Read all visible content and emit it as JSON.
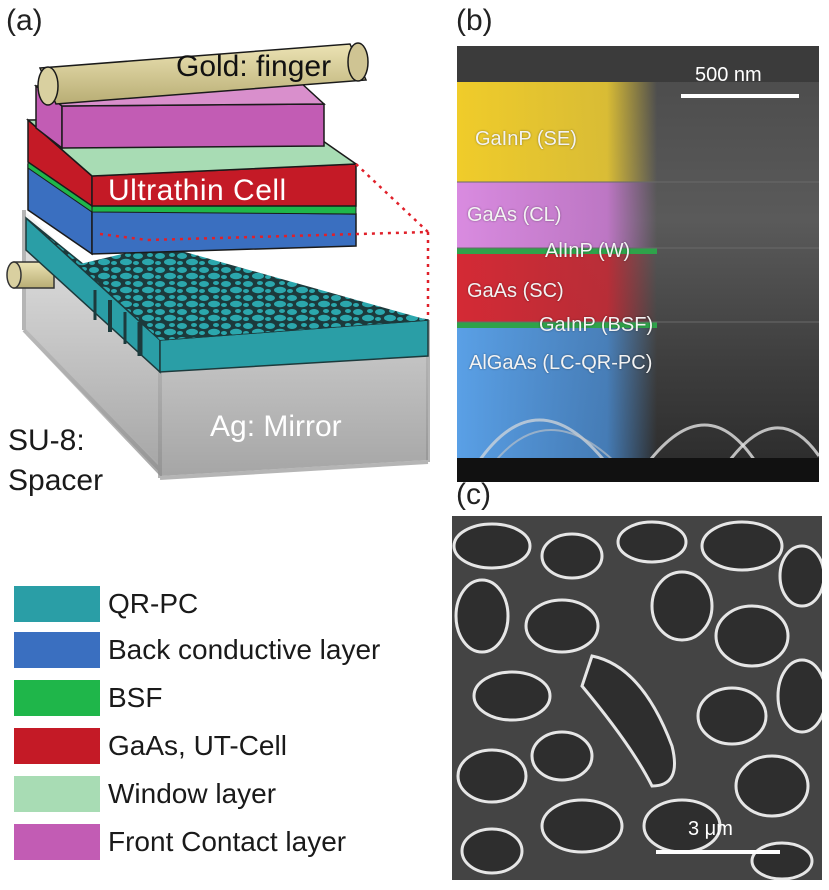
{
  "panels": {
    "a": {
      "label": "(a)",
      "gold_finger_label": "Gold: finger",
      "cell_label": "Ultrathin Cell",
      "mirror_label": "Ag: Mirror",
      "spacer_label_line1": "SU-8:",
      "spacer_label_line2": "Spacer"
    },
    "b": {
      "label": "(b)",
      "scale_bar": "500 nm",
      "layers": [
        {
          "name": "GaInP (SE)",
          "color": "#e8c832"
        },
        {
          "name": "GaAs (CL)",
          "color": "#d98be0"
        },
        {
          "name": "AlInP (W)",
          "color": "#2fa24a"
        },
        {
          "name": "GaAs (SC)",
          "color": "#d42a35"
        },
        {
          "name": "GaInP (BSF)",
          "color": "#2fa24a"
        },
        {
          "name": "AlGaAs (LC-QR-PC)",
          "color": "#5aa0e6"
        }
      ]
    },
    "c": {
      "label": "(c)",
      "scale_bar": "3 μm"
    }
  },
  "legend": [
    {
      "label": "QR-PC",
      "color": "#2a9ea6"
    },
    {
      "label": "Back conductive layer",
      "color": "#3a6fc0"
    },
    {
      "label": "BSF",
      "color": "#1fb64a"
    },
    {
      "label": "GaAs, UT-Cell",
      "color": "#c41a26"
    },
    {
      "label": "Window layer",
      "color": "#a8dcb4"
    },
    {
      "label": "Front Contact layer",
      "color": "#c25cb4"
    }
  ]
}
